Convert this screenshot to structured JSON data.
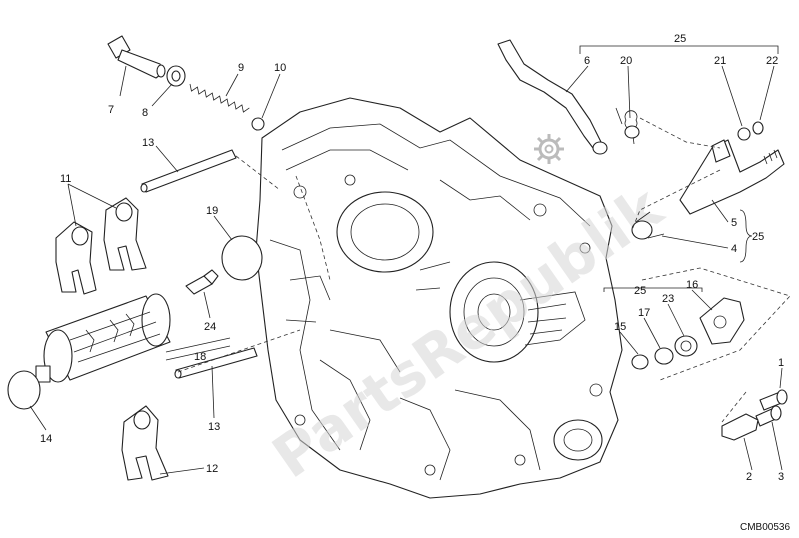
{
  "diagram": {
    "code": "CMB00536",
    "watermark": "PartsRepublik",
    "callouts": {
      "c1": "1",
      "c2": "2",
      "c3": "3",
      "c4": "4",
      "c5": "5",
      "c6": "6",
      "c7": "7",
      "c8": "8",
      "c9": "9",
      "c10": "10",
      "c11": "11",
      "c12": "12",
      "c13a": "13",
      "c13b": "13",
      "c14": "14",
      "c15": "15",
      "c16": "16",
      "c17": "17",
      "c18": "18",
      "c19": "19",
      "c20": "20",
      "c21": "21",
      "c22": "22",
      "c23": "23",
      "c24": "24",
      "c25a": "25",
      "c25b": "25",
      "c25c": "25"
    }
  }
}
